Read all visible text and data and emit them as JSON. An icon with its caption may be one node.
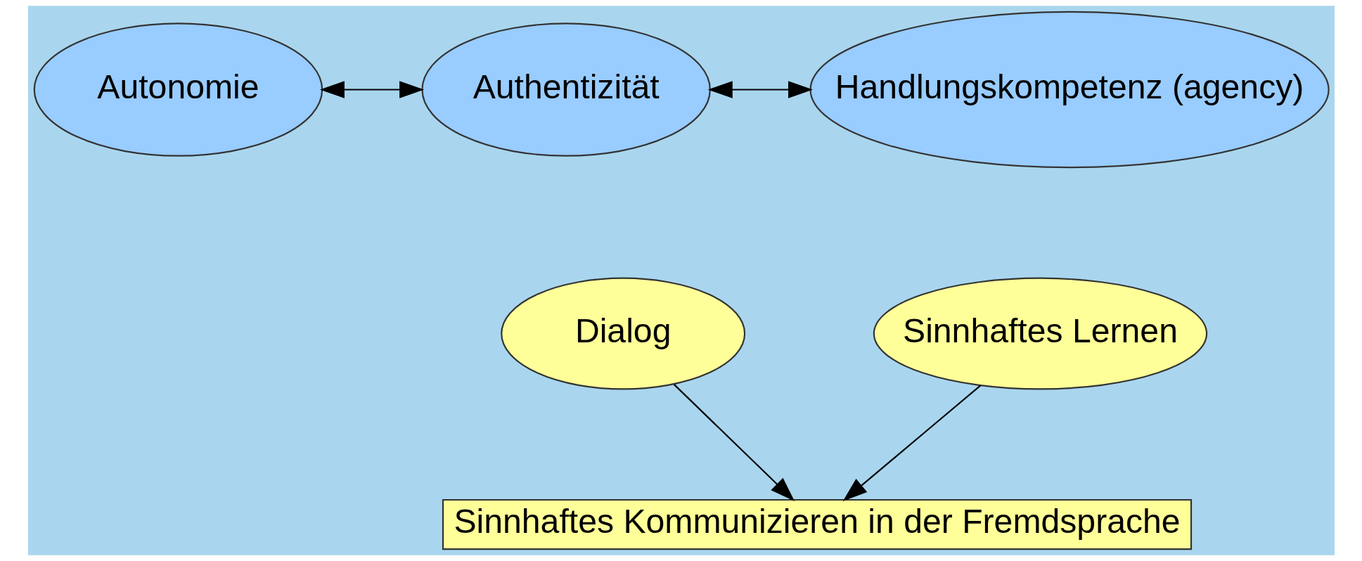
{
  "diagram": {
    "nodes": [
      {
        "text": [
          "Autonomie"
        ]
      },
      {
        "text": [
          "Authentizität"
        ]
      },
      {
        "text": [
          "Handlungskompetenz (agency)"
        ]
      },
      {
        "text": [
          "Dialog"
        ]
      },
      {
        "text": [
          "Sinnhaftes Lernen"
        ]
      },
      {
        "text": [
          "Sinnhaftes Kommunizieren in der Fremdsprache"
        ]
      }
    ],
    "edges": [
      {
        "from": 0,
        "to": 1,
        "arrow": "both"
      },
      {
        "from": 1,
        "to": 2,
        "arrow": "both"
      },
      {
        "from": 3,
        "to": 5,
        "arrow": "to"
      },
      {
        "from": 4,
        "to": 5,
        "arrow": "to"
      }
    ]
  }
}
